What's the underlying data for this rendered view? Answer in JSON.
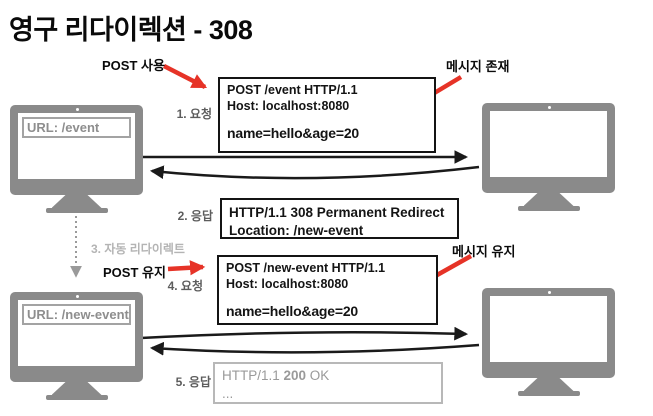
{
  "title": "영구 리다이렉션 - 308",
  "annotations": {
    "post_usage": "POST 사용",
    "message_exists": "메시지 존재",
    "post_kept": "POST 유지",
    "message_kept": "메시지 유지"
  },
  "steps": {
    "step1": "1. 요청",
    "step2": "2. 응답",
    "step3": "3. 자동 리다이렉트",
    "step4": "4. 요청",
    "step5": "5. 응답"
  },
  "clients": {
    "client1_url": "URL: /event",
    "client2_url": "URL: /new-event"
  },
  "http_boxes": {
    "request1": {
      "method": "POST",
      "target": " /event HTTP/1.1",
      "host": "Host: localhost:8080",
      "body": "name=hello&age=20"
    },
    "response1": {
      "protocol": "HTTP/1.1 ",
      "status": "308 Permanent Redirect",
      "location": "Location: /new-event"
    },
    "request2": {
      "method": "POST",
      "target": " /new-event HTTP/1.1",
      "host": "Host: localhost:8080",
      "body": "name=hello&age=20"
    },
    "response2": {
      "protocol": "HTTP/1.1 ",
      "code": "200",
      "status_text": " OK",
      "ellipsis": "..."
    }
  },
  "colors": {
    "accent_red": "#e63327",
    "monitor_gray": "#8a8a8a",
    "arrow_black": "#1a1a1a",
    "muted_gray": "#9a9a9a"
  }
}
